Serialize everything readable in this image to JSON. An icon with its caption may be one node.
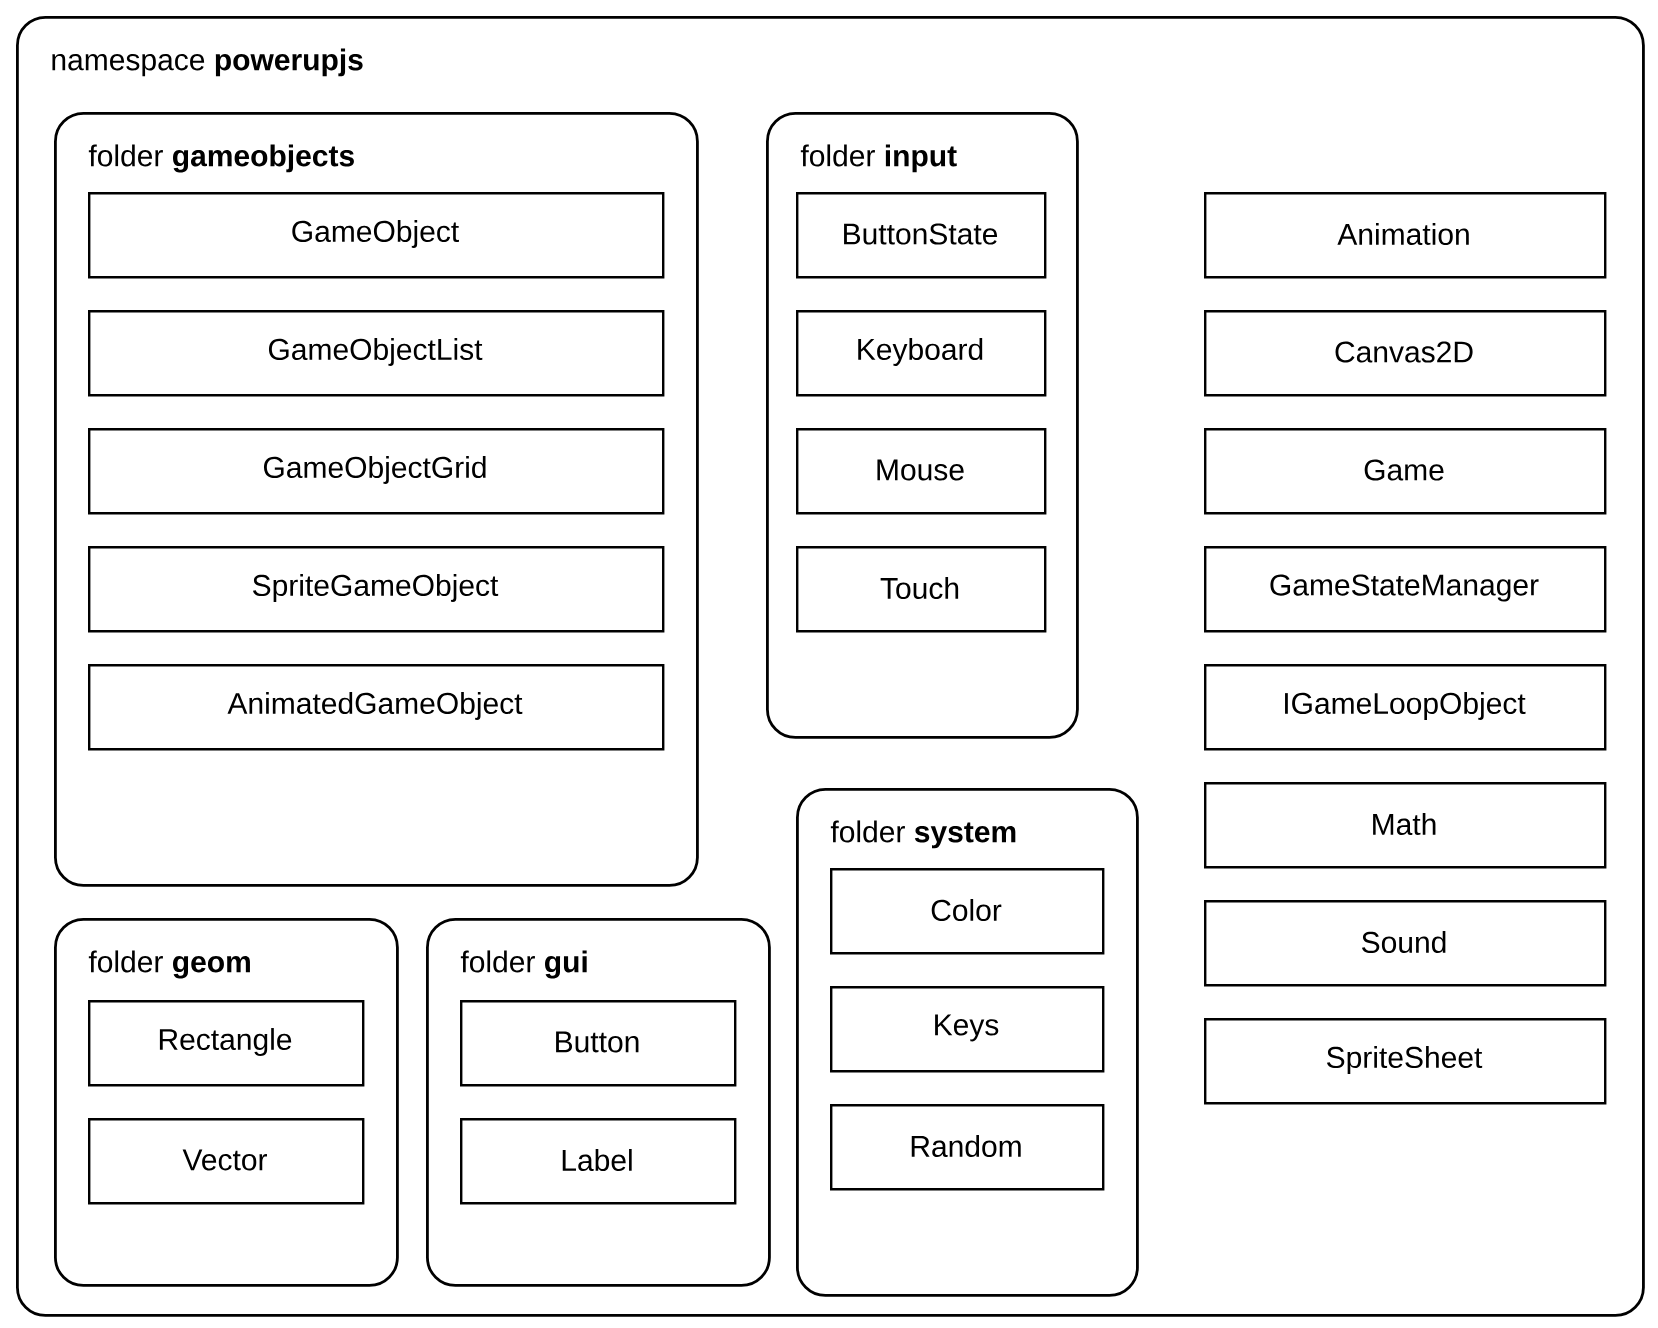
{
  "diagram": {
    "nodes": [
      {
        "text": [
          "namespace **powerupjs**"
        ]
      },
      {
        "text": [
          "folder **gameobjects**"
        ],
        "in": 0
      },
      {
        "text": [
          "GameObject"
        ],
        "in": 1
      },
      {
        "text": [
          "GameObjectList"
        ],
        "in": 1
      },
      {
        "text": [
          "GameObjectGrid"
        ],
        "in": 1
      },
      {
        "text": [
          "SpriteGameObject"
        ],
        "in": 1
      },
      {
        "text": [
          "AnimatedGameObject"
        ],
        "in": 1
      },
      {
        "text": [
          "folder **input**"
        ],
        "in": 0
      },
      {
        "text": [
          "ButtonState"
        ],
        "in": 7
      },
      {
        "text": [
          "Keyboard"
        ],
        "in": 7
      },
      {
        "text": [
          "Mouse"
        ],
        "in": 7
      },
      {
        "text": [
          "Touch"
        ],
        "in": 7
      },
      {
        "text": [
          "folder **system**"
        ],
        "in": 0
      },
      {
        "text": [
          "Color"
        ],
        "in": 12
      },
      {
        "text": [
          "Keys"
        ],
        "in": 12
      },
      {
        "text": [
          "Random"
        ],
        "in": 12
      },
      {
        "text": [
          "folder **geom**"
        ],
        "in": 0
      },
      {
        "text": [
          "Rectangle"
        ],
        "in": 16
      },
      {
        "text": [
          "Vector"
        ],
        "in": 16
      },
      {
        "text": [
          "folder **gui**"
        ],
        "in": 0
      },
      {
        "text": [
          "Button"
        ],
        "in": 19
      },
      {
        "text": [
          "Label"
        ],
        "in": 19
      },
      {
        "text": [
          "Animation"
        ],
        "in": 0
      },
      {
        "text": [
          "Canvas2D"
        ],
        "in": 0
      },
      {
        "text": [
          "Game"
        ],
        "in": 0
      },
      {
        "text": [
          "GameStateManager"
        ],
        "in": 0
      },
      {
        "text": [
          "IGameLoopObject"
        ],
        "in": 0
      },
      {
        "text": [
          "Math"
        ],
        "in": 0
      },
      {
        "text": [
          "Sound"
        ],
        "in": 0
      },
      {
        "text": [
          "SpriteSheet"
        ],
        "in": 0
      }
    ]
  }
}
